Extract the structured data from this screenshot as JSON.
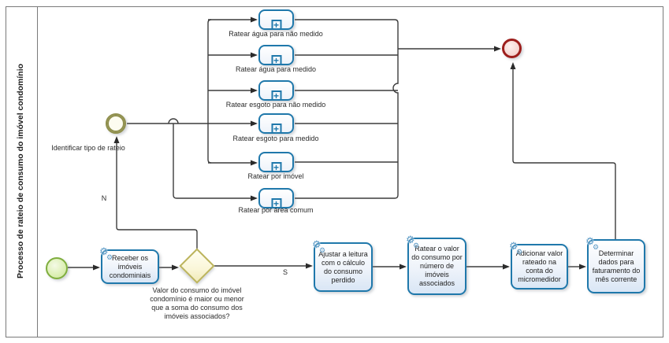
{
  "lane": {
    "title": "Processo de rateio de consumo do imóvel condomínio"
  },
  "events": {
    "start": {
      "type": "start-event"
    },
    "intermediate": {
      "type": "intermediate-event",
      "label": "Identificar tipo de rateio"
    },
    "end": {
      "type": "end-event"
    }
  },
  "subprocesses": [
    {
      "label": "Ratear água para não medido"
    },
    {
      "label": "Ratear água para medido"
    },
    {
      "label": "Ratear esgoto para não medido"
    },
    {
      "label": "Ratear esgoto para medido"
    },
    {
      "label": "Ratear por imóvel"
    },
    {
      "label": "Ratear por área comum"
    }
  ],
  "tasks": [
    {
      "label": "Receber os imóveis condominiais"
    },
    {
      "label": "Ajustar a leitura com o cálculo do consumo perdido"
    },
    {
      "label": "Ratear o valor do consumo por número de imóveis associados"
    },
    {
      "label": "Adicionar valor rateado na conta do micromedidor"
    },
    {
      "label": "Determinar dados para faturamento do mês corrente"
    }
  ],
  "gateway": {
    "question": "Valor do consumo do imóvel condomínio é maior ou menor que a soma do consumo dos imóveis associados?"
  },
  "edge_labels": {
    "no": "N",
    "yes": "S"
  },
  "icons": {
    "gear": "⚙",
    "plus": "+"
  },
  "colors": {
    "task_border": "#1f78ab",
    "start_border": "#7fae3e",
    "end_border": "#9d1e1c",
    "intermediate_border": "#8f8f4d",
    "gateway_border": "#bcb45c",
    "connector": "#3c3c3c"
  }
}
